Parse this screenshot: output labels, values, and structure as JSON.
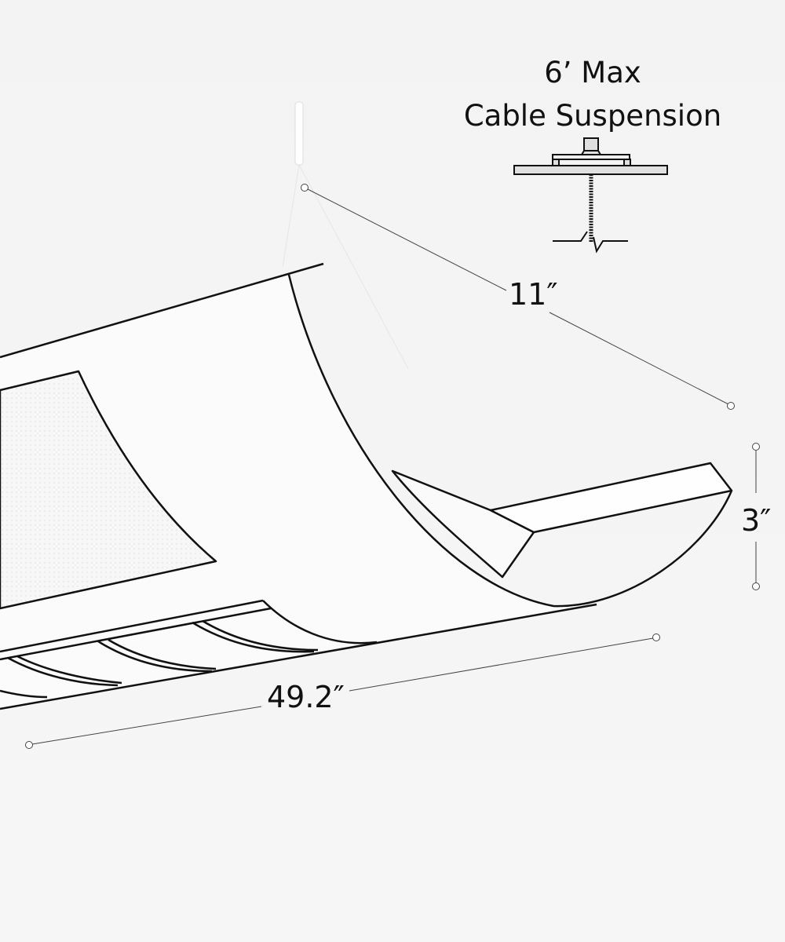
{
  "callout": {
    "line1": "6’ Max",
    "line2": "Cable Suspension"
  },
  "dimensions": {
    "width": "11″",
    "height": "3″",
    "length": "49.2″"
  },
  "colors": {
    "line": "#111111",
    "background": "#f4f4f4",
    "mount_fill": "#e0e0e0"
  }
}
